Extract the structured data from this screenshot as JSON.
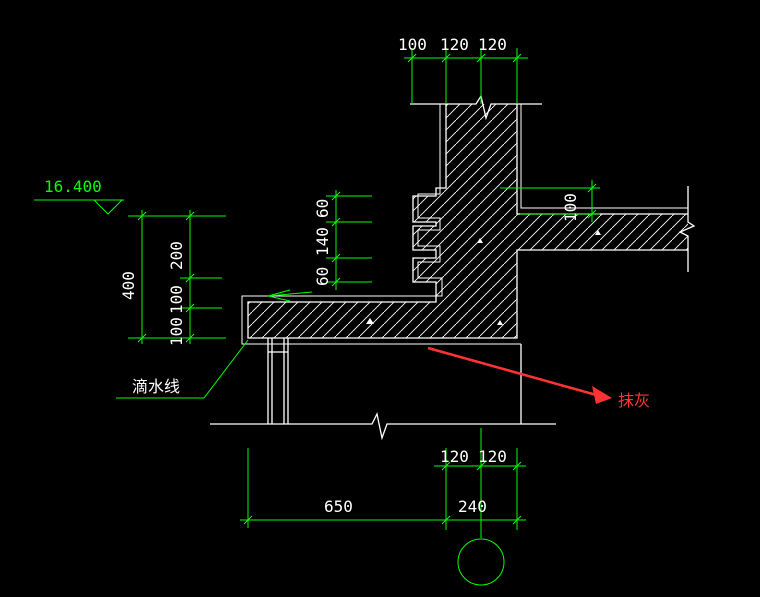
{
  "colors": {
    "background": "#000000",
    "line": "#ffffff",
    "dimension": "#00ff00",
    "annotation": "#ff3333",
    "text": "#ffffff"
  },
  "labels": {
    "elevation": "16.400",
    "drip_line": "滴水线",
    "plaster": "抹灰"
  },
  "dimensions": {
    "top": [
      "100",
      "120",
      "120"
    ],
    "right_slab": "100",
    "wall_steps": [
      "60",
      "140",
      "60"
    ],
    "left_total": "400",
    "left_parts": [
      "200",
      "100",
      "100"
    ],
    "bottom_small": [
      "120",
      "120"
    ],
    "bottom_650": "650",
    "bottom_240": "240"
  }
}
